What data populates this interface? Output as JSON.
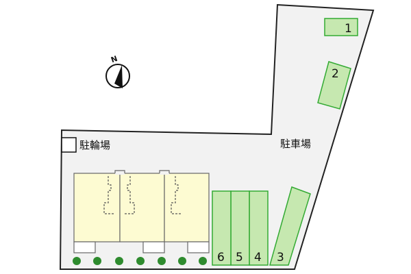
{
  "compass": {
    "label": "N",
    "icon": "north-arrow-icon"
  },
  "bicycle_parking": {
    "label": "駐輪場"
  },
  "parking_lot": {
    "label": "駐車場"
  },
  "parking_spaces": [
    {
      "number": "1"
    },
    {
      "number": "2"
    },
    {
      "number": "3"
    },
    {
      "number": "4"
    },
    {
      "number": "5"
    },
    {
      "number": "6"
    }
  ],
  "colors": {
    "site": "#f2f2f2",
    "site_border": "#222222",
    "building": "#fdfbd2",
    "parking_fill": "#c6e8b0",
    "parking_border": "#33aa33",
    "tree": "#2e8b2e"
  },
  "trees": {
    "count": 7,
    "icon": "tree-icon"
  }
}
